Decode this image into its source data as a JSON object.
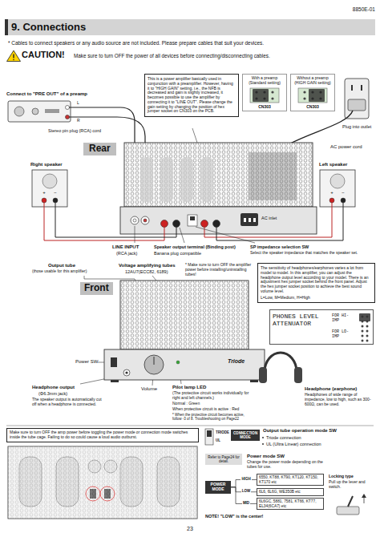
{
  "diagram": {
    "title": "9. Connections",
    "nodes": [
      {
        "text": [
          "This is a power amplifier basically used in conjunction with a preamplifier. However, having it to \"HIGH GAIN\" setting, i.e., the NFB is decreased and gain is slightly increased, it becomes possible to use the amplifier by connecting it to \"LINE OUT\". Please change the gain setting by changing the position of hex jumper socket on CN303 on the PCB."
        ]
      },
      {
        "text": [
          "With a preamp (Standard setting)",
          "CN303"
        ]
      },
      {
        "text": [
          "Without a preamp (HIGH GAIN setting)",
          "CN303"
        ]
      },
      {
        "text": [
          "Rear"
        ]
      },
      {
        "text": [
          "The sensitivity of headphones/earphones varies a lot from model to model. In this amplifier, you can adjust the headphone output level according to your model. There is an adjustment hex jumper socket behind the front panel. Adjust the hex jumper socket position to achieve the best sound volume level.",
          "L=Low, M=Medium, H=High"
        ]
      },
      {
        "text": [
          "Front"
        ]
      },
      {
        "text": [
          "PHONES LEVEL ATTENUATOR"
        ]
      },
      {
        "text": [
          "Make sure to turn OFF the amp power before toggling the power mode or connection mode switches inside the tube cage. Failing to do so could cause a loud audio outburst."
        ]
      },
      {
        "text": [
          "CONNECTION MODE"
        ]
      },
      {
        "text": [
          "Refer to Page24 for detail."
        ]
      },
      {
        "text": [
          "POWER MODE"
        ]
      },
      {
        "text": [
          "6550, KT88, KT90, KT120, KT150, KT170 etc"
        ]
      },
      {
        "text": [
          "6L6, 6L6G, WE350B etc"
        ]
      },
      {
        "text": [
          "6L6GC, 5881, 7581, KT66, KT77, EL34(6CA7) etc"
        ]
      }
    ],
    "edges": [
      {
        "from": 10,
        "to": 11,
        "label": "HIGH",
        "arrow": "none"
      },
      {
        "from": 10,
        "to": 12,
        "label": "LOW",
        "arrow": "none"
      },
      {
        "from": 10,
        "to": 13,
        "label": "MID",
        "arrow": "none"
      }
    ],
    "labels": [
      "8850E-01",
      "* Cables to connect speakers or any audio source are not included. Please prepare cables that suit your devices.",
      "CAUTION!",
      "Make sure to turn OFF the power of all devices before connecting/disconnecting cables.",
      "Connect to \"PRE OUT\" of a preamp",
      "L",
      "R",
      "Stereo pin plug (RCA) cord",
      "Plug into outlet",
      "AC power cord",
      "Right speaker",
      "+",
      "−",
      "Left speaker",
      "+",
      "−",
      "AC inlet",
      "LINE INPUT",
      "(RCA jack)",
      "Speaker output terminal (Binding post)",
      "Banana plug compatible",
      "SP impedance selection SW",
      "Select the speaker impedance that matches the speaker set.",
      "Output tube",
      "(those usable for this amplifier)",
      "Voltage amplifying tubes",
      "12AU7(ECC82, 6189)",
      "* Make sure to turn OFF the amplifier power before installing/uninstalling tubes!",
      "FOR HI-IMP",
      "FOR LO-IMP",
      "Triode",
      "Power SW",
      "Headphone output",
      "(Φ6.3mm jack)",
      "The speaker output is automatically cut off when a headphone is connected.",
      "Volume",
      "Pilot lamp LED",
      "(The protective circuit works individually for right and left channels.)",
      "Normal : Green",
      "When protective circuit is active : Red",
      "* When the protective circuit becomes active, follow -3 of 8. Troubleshooting on Page22",
      "Headphone (earphone)",
      "Headphones of wide range of impedance, low to high, such as 300-600Ω, can be used.",
      "TRIODE",
      "UL",
      "Output tube operation mode SW",
      "Triode connection",
      "UL (Ultra Linear) connection",
      "Power mode SW",
      "Change the power mode depending on the tubes for use.",
      "Locking type",
      "Pull up the lever and switch.",
      "NOTE! \"LOW\" is the center!",
      "23"
    ]
  }
}
